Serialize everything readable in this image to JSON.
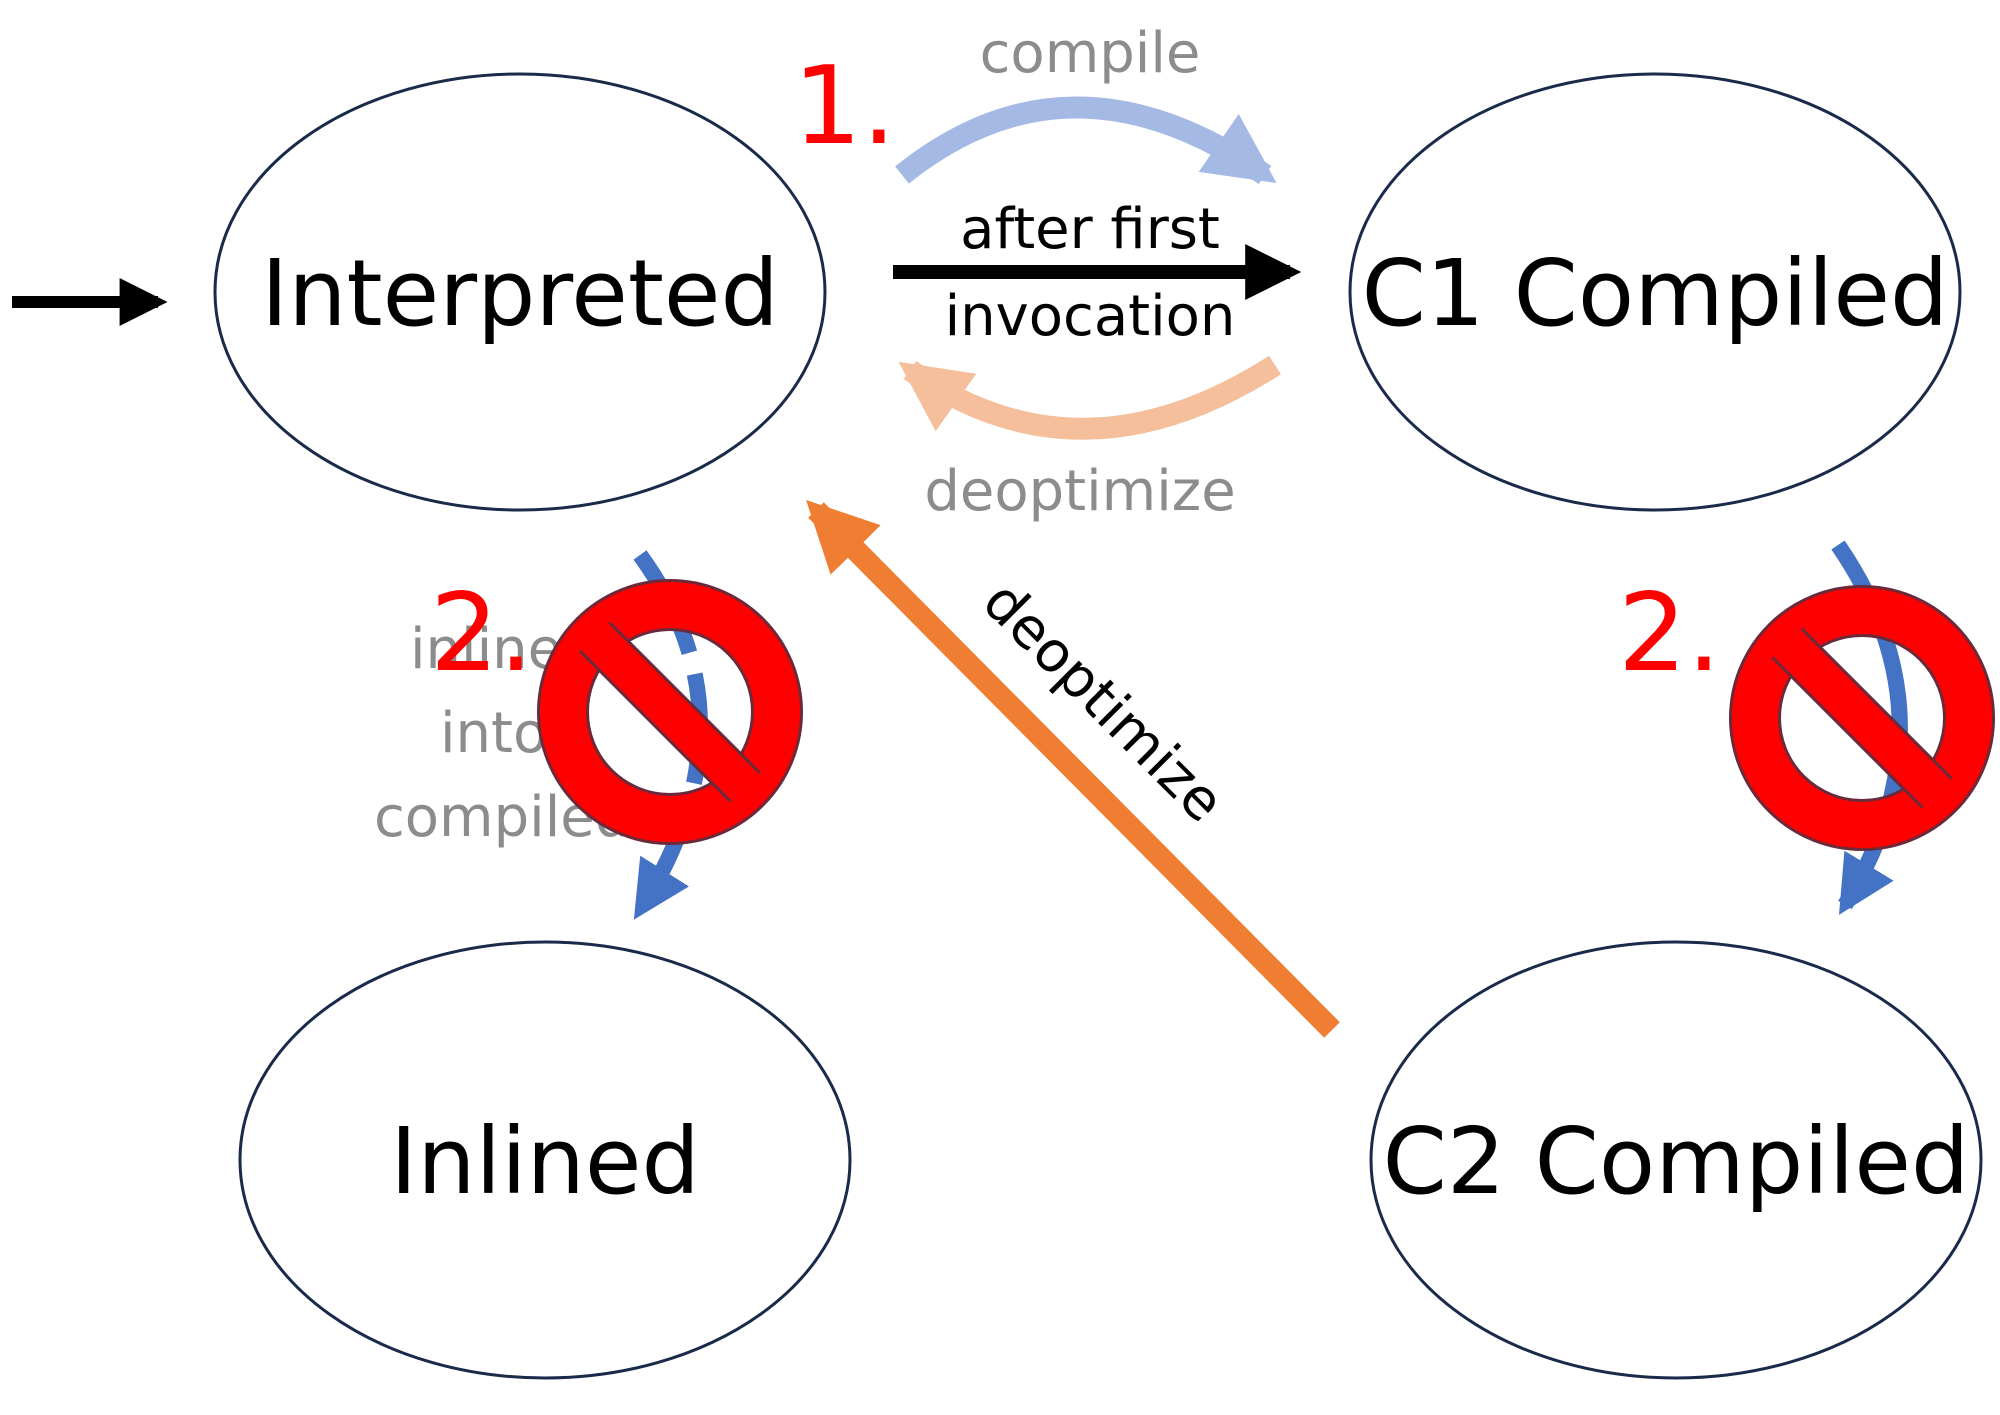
{
  "diagram": {
    "states": {
      "interpreted": "Interpreted",
      "c1": "C1 Compiled",
      "inlined": "Inlined",
      "c2": "C2 Compiled"
    },
    "edges": {
      "compile": "compile",
      "after_first_line1": "after first",
      "after_first_line2": "invocation",
      "deopt_c1": "deoptimize",
      "deopt_c2": "deoptimize",
      "inline_line1": "inline",
      "inline_line2": "into",
      "inline_line3": "compiled"
    },
    "steps": {
      "step1": "1.",
      "step2_left": "2.",
      "step2_right": "2."
    },
    "colors": {
      "outline": "#1a2a4a",
      "compile_arrow": "#a4b9e4",
      "deopt_light": "#f5bf9c",
      "deopt_strong": "#ef7d32",
      "inline_arrow": "#4472c4",
      "faded_text": "#8c8c8c",
      "step_red": "#ff0000",
      "prohibit_red": "#ff0000",
      "prohibit_border": "#6b2a3a"
    },
    "prohibited_transitions": [
      "inline into compiled",
      "C1 Compiled to C2 Compiled"
    ]
  }
}
